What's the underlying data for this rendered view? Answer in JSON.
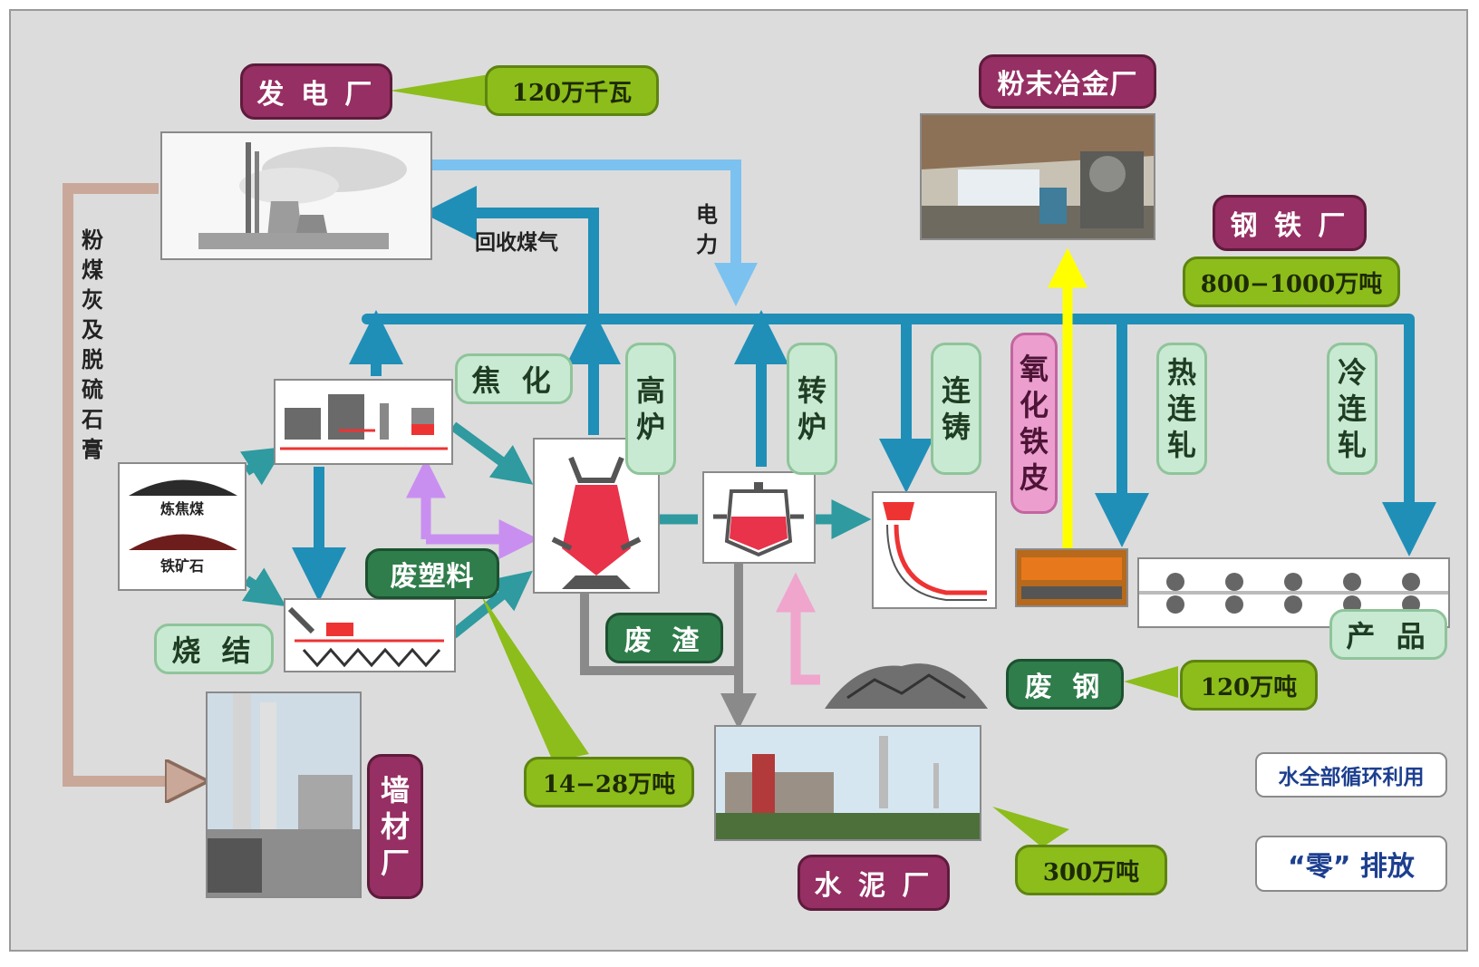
{
  "plants": {
    "power_plant": "发 电 厂",
    "powder_metallurgy": "粉末冶金厂",
    "steel_plant": "钢 铁 厂",
    "wall_material": "墙材厂",
    "cement_plant": "水 泥 厂"
  },
  "quantities": {
    "power_capacity": "120万千瓦",
    "steel_output": "800−1000万吨",
    "plastic_waste": "14−28万吨",
    "scrap_steel": "120万吨",
    "cement": "300万吨"
  },
  "process": {
    "coking": "焦 化",
    "sintering": "烧 结",
    "blast_furnace": "高炉",
    "converter": "转炉",
    "continuous_casting": "连铸",
    "iron_oxide_scale": "氧化铁皮",
    "hot_rolling": "热连轧",
    "cold_rolling": "冷连轧",
    "slag": "废 渣",
    "waste_plastic": "废塑料",
    "scrap": "废 钢",
    "product": "产 品"
  },
  "flows": {
    "recovered_gas": "回收煤气",
    "electric_power": "电力",
    "flyash_gypsum": "粉煤灰及脱硫石膏"
  },
  "materials": {
    "coking_coal": "炼焦煤",
    "iron_ore": "铁矿石"
  },
  "notes": {
    "water": "水全部循环利用",
    "zero_emission": "“零” 排放"
  },
  "colors": {
    "flow_blue": "#1f8fb8",
    "power_light_blue": "#7cc2f0",
    "teal": "#2f9a9f",
    "gray": "#8a8a8a",
    "flyash_tan": "#c9a89a",
    "violet": "#c98ff0",
    "pink": "#f0a5cc",
    "yellow": "#ffff00",
    "label_purple": "#962f63",
    "label_lime": "#8cbd1b",
    "label_dark_green": "#2f7d4b",
    "label_light_green": "#c9ead2"
  }
}
